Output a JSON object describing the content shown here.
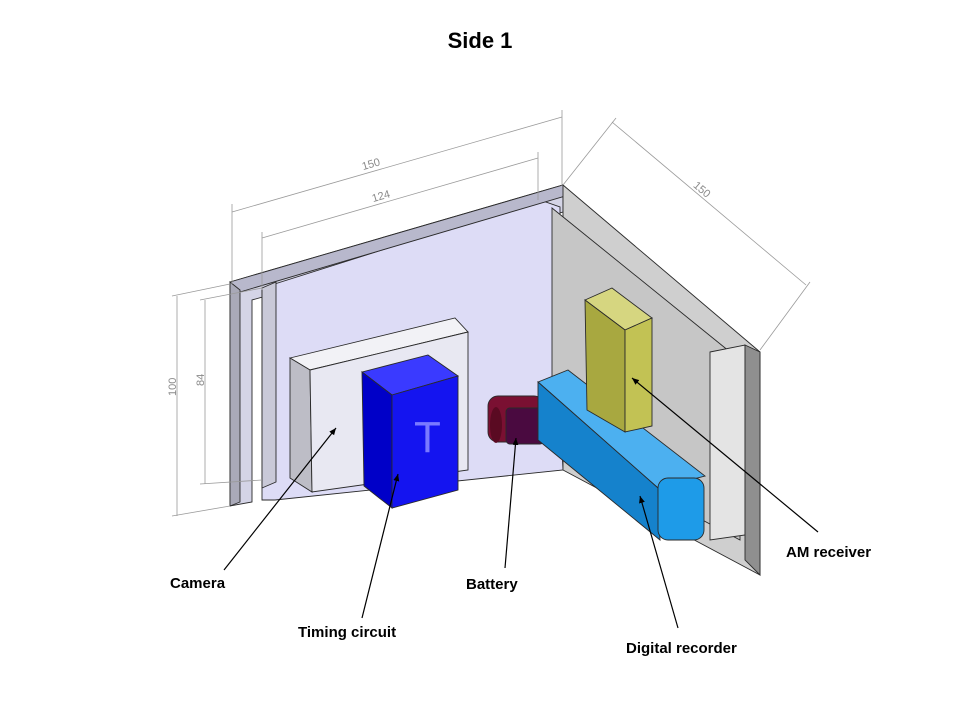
{
  "title": "Side 1",
  "dimensions": {
    "outer_width": "150",
    "inner_width": "124",
    "depth": "150",
    "outer_height": "100",
    "inner_height": "84"
  },
  "components": {
    "camera": "Camera",
    "timing_circuit": "Timing circuit",
    "battery": "Battery",
    "digital_recorder": "Digital recorder",
    "am_receiver": "AM receiver"
  },
  "timing_circuit_mark": "T",
  "colors": {
    "enclosure_panel": "#dcdcf4",
    "enclosure_side": "#c8c8c8",
    "camera": "#e6e6ee",
    "timing_circuit": "#1010ee",
    "battery": "#6b0d2a",
    "digital_recorder": "#1e9be8",
    "am_receiver": "#c2c254"
  }
}
